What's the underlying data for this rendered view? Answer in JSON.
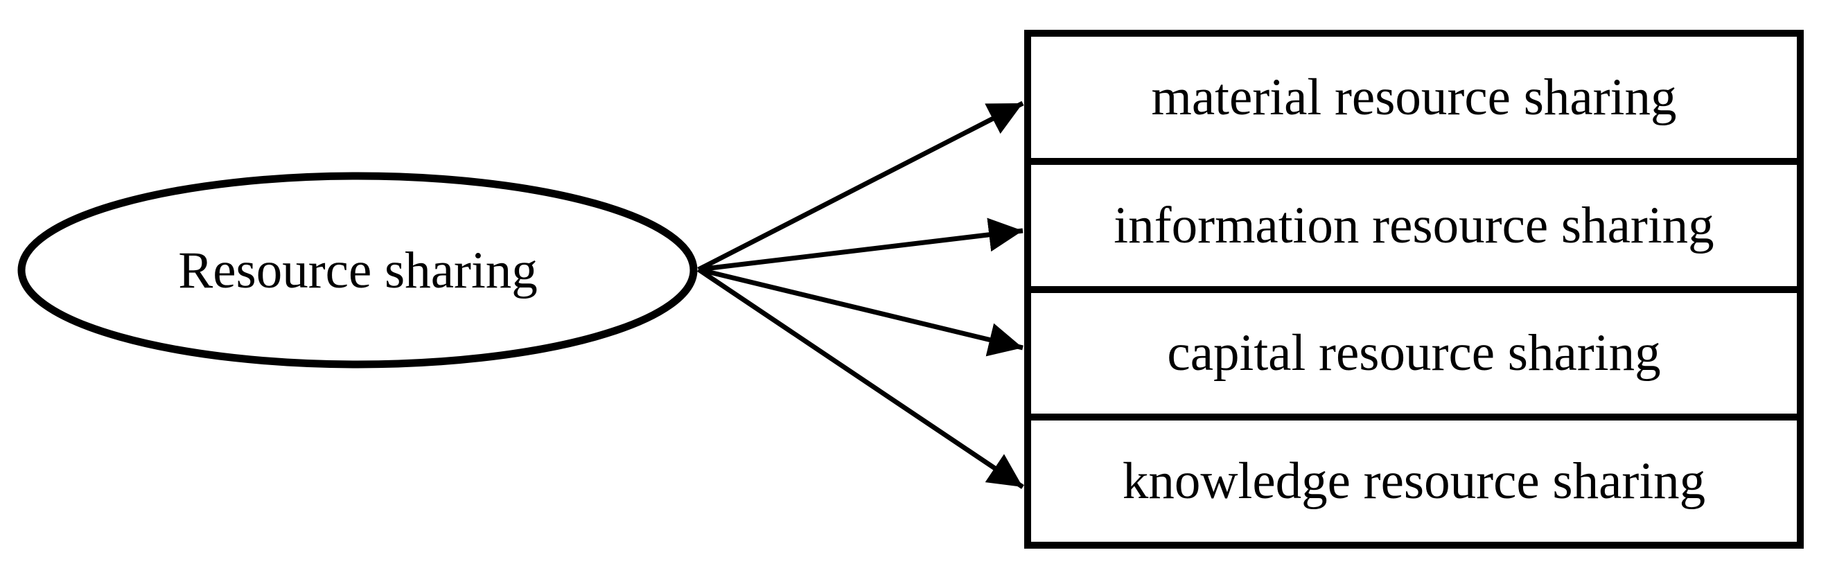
{
  "diagram": {
    "background_color": "#ffffff",
    "line_color": "#000000",
    "text_color": "#000000",
    "ellipse": {
      "label": "Resource sharing"
    },
    "boxes": [
      {
        "label": "material resource sharing"
      },
      {
        "label": "information resource sharing"
      },
      {
        "label": "capital resource sharing"
      },
      {
        "label": "knowledge resource sharing"
      }
    ]
  }
}
